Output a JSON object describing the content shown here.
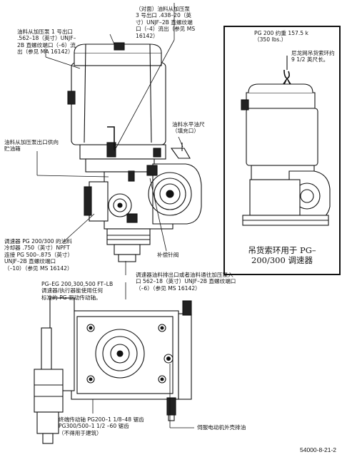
{
  "labels": {
    "outlet_pump_1": "油料从加压泵 1 号出口\n.562–18（英寸）UNJF–\n2B 直螺纹端口（–6）流\n出（参见 MA 16142）",
    "outlet_pump_3": "（对面）油料从加压泵\n3 号出口 .438–20（英\n寸）UNJF–2B 直螺纹端\n口（–4）流出（参见 MS\n16142）",
    "supply_sump": "油料从加压泵出口供向\n贮油箱",
    "oil_gauge": "油料水平油尺\n（填充口）",
    "cooler": "调速器 PG 200/300 的油料\n冷却器 .750（英寸）NPFT\n连接 PG 500–.875（英寸）\nUNJF–2B 直螺纹端口\n（–10）（参见 MS 16142）",
    "needle_valve": "补偿针阀",
    "drain": "调速器油料排出口或者油料通往加压泵入\n口 562–18（英寸）UNJF–2B 直螺纹端口\n（–6）（参见 MS 16142）",
    "drive_shaft": "PG–EG 200,300,500 FT–LB\n调速器/执行器能使用任何\n标准的 PG 驱动传动轴。",
    "end_shaft": "终端传动轴 PG200–1 1/8–48 锯齿\nPG300/500–1 1/2 –60 锯齿\n（不得用于建筑）",
    "servo_drain": "伺服电动机外壳排油"
  },
  "inset": {
    "weight": "PG 200 约重 157.5 k\n（350 lbs.）",
    "rope": "尼龙网吊货索环约\n9 1/2 英尺长。",
    "caption": "吊货索环用于 PG–\n200/300 调速器"
  },
  "figure_number": "54000-8-21-2"
}
